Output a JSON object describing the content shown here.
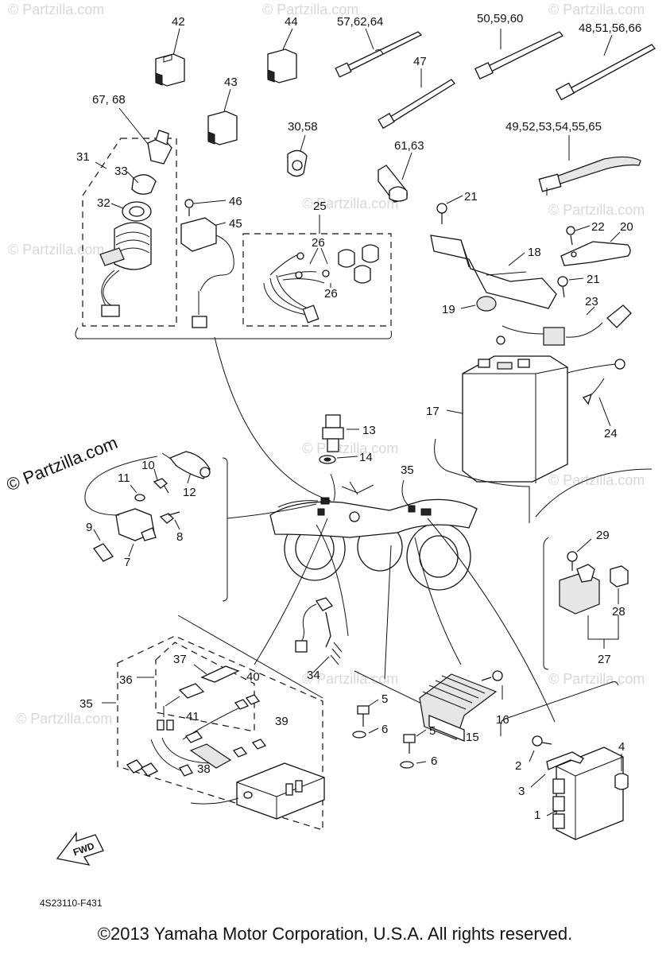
{
  "watermark": {
    "brand": "© Partzilla.com",
    "small": "© Partzilla.com"
  },
  "diagram_code": "4S23110-F431",
  "fwd_label": "FWD",
  "copyright": "©2013 Yamaha Motor Corporation, U.S.A. All rights reserved.",
  "callouts": {
    "c42": "42",
    "c44": "44",
    "c57": "57,62,64",
    "c50": "50,59,60",
    "c48": "48,51,56,66",
    "c47": "47",
    "c43": "43",
    "c67": "67, 68",
    "c30": "30,58",
    "c61": "61,63",
    "c49": "49,52,53,54,55,65",
    "c31": "31",
    "c33": "33",
    "c32": "32",
    "c46": "46",
    "c45": "45",
    "c25": "25",
    "c26a": "26",
    "c26b": "26",
    "c21a": "21",
    "c22": "22",
    "c20": "20",
    "c18": "18",
    "c21b": "21",
    "c19": "19",
    "c23": "23",
    "c17": "17",
    "c24": "24",
    "c13": "13",
    "c14": "14",
    "c35a": "35",
    "c10": "10",
    "c11": "11",
    "c12": "12",
    "c9": "9",
    "c7": "7",
    "c8": "8",
    "c29": "29",
    "c28": "28",
    "c27": "27",
    "c37": "37",
    "c36": "36",
    "c40": "40",
    "c34": "34",
    "c35b": "35",
    "c41": "41",
    "c39": "39",
    "c38": "38",
    "c5a": "5",
    "c6a": "6",
    "c5b": "5",
    "c6b": "6",
    "c15": "15",
    "c16": "16",
    "c4": "4",
    "c2": "2",
    "c3": "3",
    "c1": "1"
  }
}
